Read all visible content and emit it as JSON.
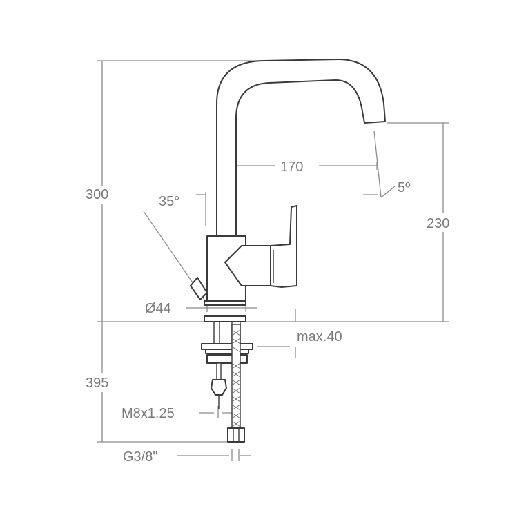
{
  "title": "",
  "dimensions": {
    "total_height": "300",
    "spout_reach": "170",
    "spout_height": "230",
    "lever_angle": "35°",
    "spout_tilt": "5º",
    "base_diameter": "Ø44",
    "max_deck_thickness": "max.40",
    "hose_length": "395",
    "stud_thread": "M8x1.25",
    "hose_connection": "G3/8\""
  }
}
